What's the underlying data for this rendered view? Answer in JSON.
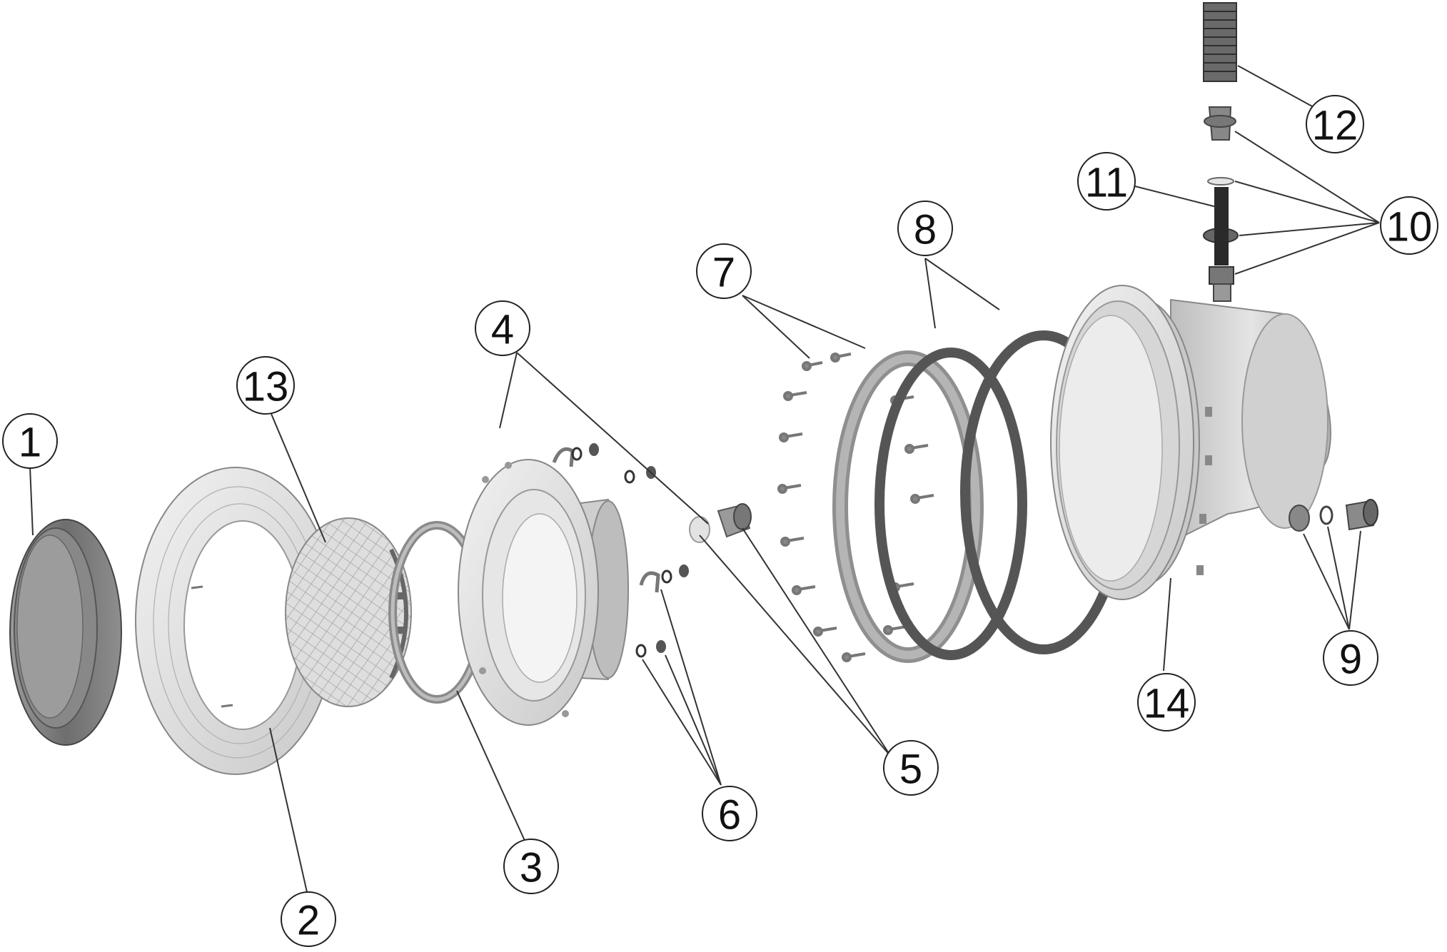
{
  "diagram": {
    "callouts": [
      {
        "id": "c1",
        "label": "1"
      },
      {
        "id": "c2",
        "label": "2"
      },
      {
        "id": "c3",
        "label": "3"
      },
      {
        "id": "c4",
        "label": "4"
      },
      {
        "id": "c5",
        "label": "5"
      },
      {
        "id": "c6",
        "label": "6"
      },
      {
        "id": "c7",
        "label": "7"
      },
      {
        "id": "c8",
        "label": "8"
      },
      {
        "id": "c9",
        "label": "9"
      },
      {
        "id": "c10",
        "label": "10"
      },
      {
        "id": "c11",
        "label": "11"
      },
      {
        "id": "c12",
        "label": "12"
      },
      {
        "id": "c13",
        "label": "13"
      },
      {
        "id": "c14",
        "label": "14"
      }
    ],
    "colors": {
      "part_dark": "#7d7d7d",
      "part_mid": "#a9a9a9",
      "part_light": "#d9d9d9",
      "part_lightest": "#ececec",
      "gasket": "#555555",
      "line": "#333333"
    }
  }
}
